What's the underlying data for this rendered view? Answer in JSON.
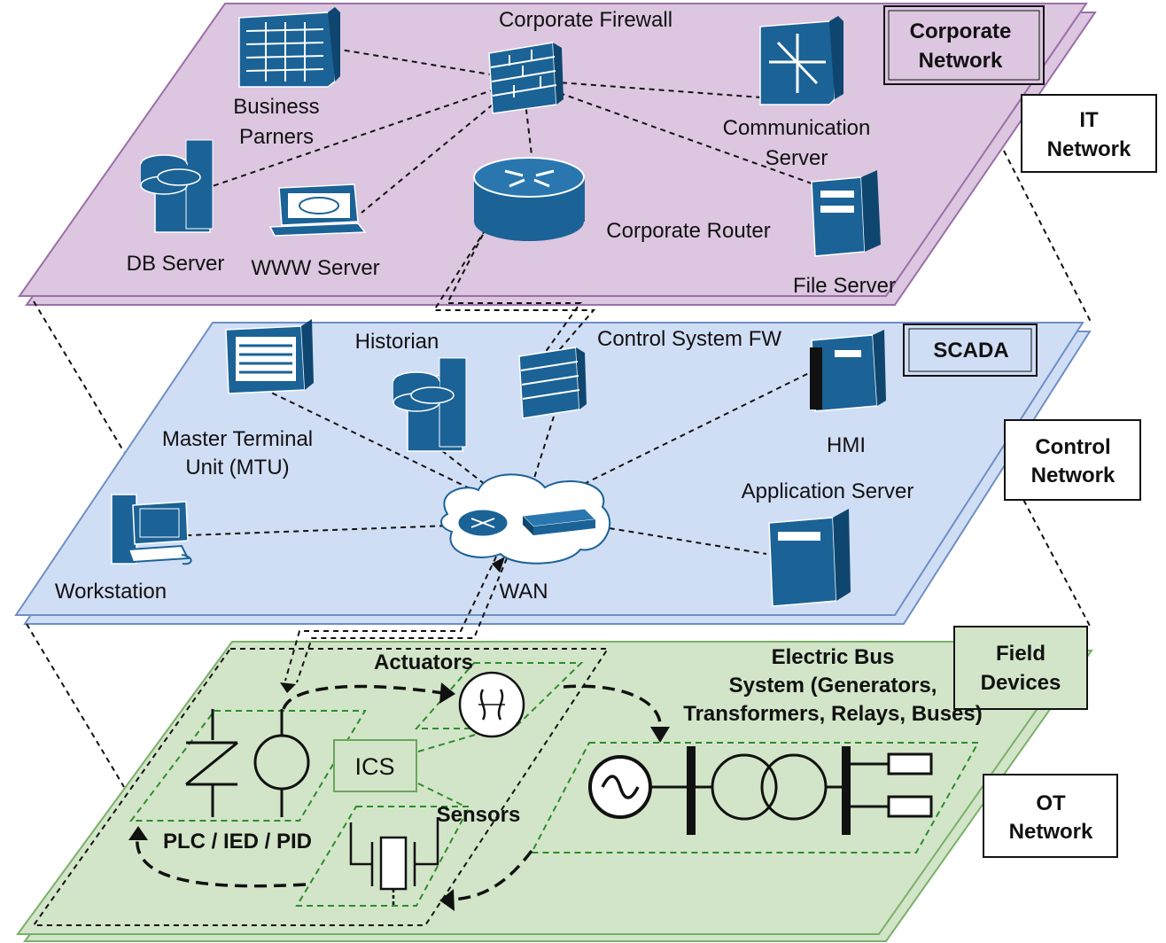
{
  "diagram": {
    "layers": {
      "it": {
        "badge": "Corporate Network",
        "side_label": "IT Network",
        "colors": {
          "fill": "#dcc6e0",
          "stroke": "#9b6fa8"
        },
        "nodes": {
          "firewall": "Corporate Firewall",
          "business": "Business Parners",
          "comm": "Communication Server",
          "router": "Corporate Router",
          "db": "DB Server",
          "www": "WWW Server",
          "file": "File Server"
        }
      },
      "control": {
        "badge": "SCADA",
        "side_label": "Control Network",
        "colors": {
          "fill": "#d0def5",
          "stroke": "#6e8fc4"
        },
        "nodes": {
          "historian": "Historian",
          "fw": "Control System FW",
          "mtu": "Master Terminal Unit (MTU)",
          "hmi": "HMI",
          "app": "Application Server",
          "workstation": "Workstation",
          "wan": "WAN"
        }
      },
      "ot": {
        "badge": "Field Devices",
        "side_label": "OT Network",
        "colors": {
          "fill": "#d2e5c8",
          "stroke": "#7ab06a"
        },
        "nodes": {
          "actuators": "Actuators",
          "electric": "Electric Bus System (Generators, Transformers, Relays, Buses)",
          "ics": "ICS",
          "sensors": "Sensors",
          "plc": "PLC / IED / PID"
        }
      }
    },
    "icon_names": [
      "firewall-icon",
      "database-icon",
      "server-icon",
      "router-icon",
      "hmi-icon",
      "switch-icon",
      "cloud-icon",
      "workstation-icon",
      "generator-icon",
      "transformer-icon"
    ],
    "accent_color": "#1b6296"
  }
}
